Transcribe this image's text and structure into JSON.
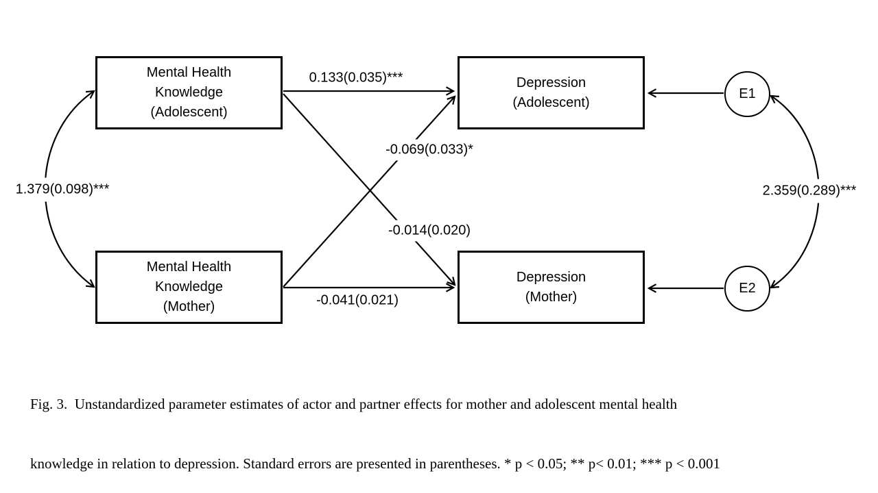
{
  "figure": {
    "boxes": {
      "mhk_adolescent": {
        "lines": [
          "Mental Health",
          "Knowledge",
          "(Adolescent)"
        ]
      },
      "mhk_mother": {
        "lines": [
          "Mental Health",
          "Knowledge",
          "(Mother)"
        ]
      },
      "dep_adolescent": {
        "lines": [
          "Depression",
          "(Adolescent)"
        ]
      },
      "dep_mother": {
        "lines": [
          "Depression",
          "(Mother)"
        ]
      }
    },
    "error_terms": {
      "e1": "E1",
      "e2": "E2"
    },
    "estimates": {
      "adolescent_actor": "0.133(0.035)***",
      "mother_partner": "-0.069(0.033)*",
      "adolescent_partner": "-0.014(0.020)",
      "mother_actor": "-0.041(0.021)",
      "knowledge_covariance": "1.379(0.098)***",
      "error_covariance": "2.359(0.289)***"
    },
    "caption": {
      "line1": "Fig. 3.  Unstandardized parameter estimates of actor and partner effects for mother and adolescent mental health",
      "line2": "knowledge in relation to depression. Standard errors are presented in parentheses. * p < 0.05; ** p< 0.01; *** p < 0.001"
    }
  },
  "colors": {
    "line": "#000000",
    "background": "#ffffff"
  }
}
